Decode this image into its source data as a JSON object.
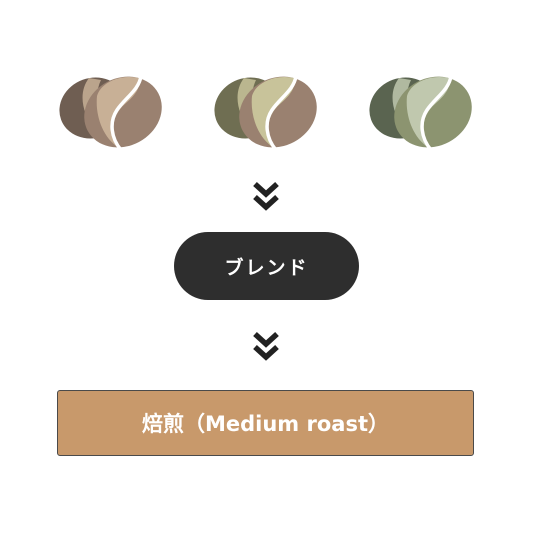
{
  "beans": [
    {
      "name": "bean-1",
      "colors": {
        "back": "#6f5e52",
        "front": "#9a8170",
        "stripe_side": "#c8b096",
        "groove": "#ffffff"
      }
    },
    {
      "name": "bean-2",
      "colors": {
        "back": "#6f6e52",
        "front": "#9a8170",
        "stripe_side": "#c8c39a",
        "groove": "#ffffff"
      }
    },
    {
      "name": "bean-3",
      "colors": {
        "back": "#5a6450",
        "front": "#8c9470",
        "stripe_side": "#c0c8ae",
        "groove": "#ffffff"
      }
    }
  ],
  "arrows": {
    "icon": "double-chevron-down-icon",
    "color": "#222222"
  },
  "blend": {
    "label": "ブレンド",
    "background": "#2e2e2e",
    "text_color": "#ffffff"
  },
  "roast": {
    "label": "焙煎（Medium roast）",
    "background": "#c8996b",
    "text_color": "#ffffff"
  }
}
